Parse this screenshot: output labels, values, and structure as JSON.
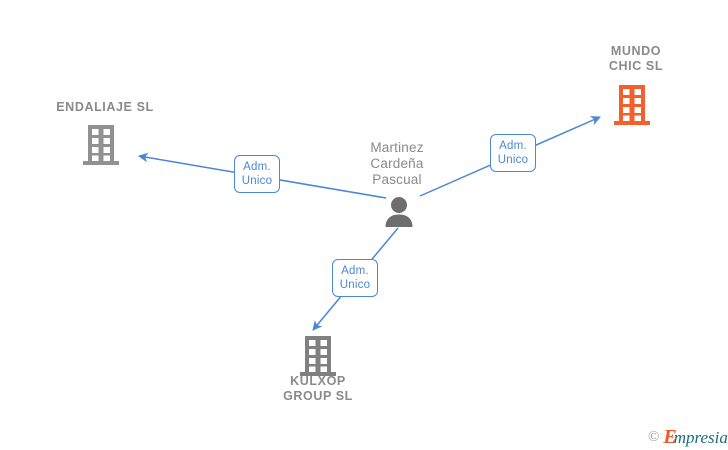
{
  "diagram": {
    "background_color": "#ffffff",
    "accent_color": "#4a87d4",
    "company_gray": "#808080",
    "company_orange": "#f4602c",
    "label_gray": "#8a8a8a"
  },
  "center_node": {
    "name": "Martinez\nCardeña\nPascual",
    "icon": "person-icon",
    "color": "#6e6e6e"
  },
  "nodes": [
    {
      "id": "endaliaje",
      "name": "ENDALIAJE  SL",
      "icon": "building-icon",
      "color": "#919191"
    },
    {
      "id": "mundo-chic",
      "name": "MUNDO\nCHIC  SL",
      "icon": "building-icon",
      "color": "#f4602c"
    },
    {
      "id": "kulxop",
      "name": "KULXOP\nGROUP  SL",
      "icon": "building-icon",
      "color": "#808080"
    }
  ],
  "edges": [
    {
      "id": "edge-endaliaje",
      "label": "Adm.\nUnico",
      "from": "center_node",
      "to": "endaliaje"
    },
    {
      "id": "edge-mundo-chic",
      "label": "Adm.\nUnico",
      "from": "center_node",
      "to": "mundo-chic"
    },
    {
      "id": "edge-kulxop",
      "label": "Adm.\nUnico",
      "from": "center_node",
      "to": "kulxop"
    }
  ],
  "watermark": {
    "copyright": "©",
    "brand_initial": "E",
    "brand_rest": "mpresia"
  }
}
